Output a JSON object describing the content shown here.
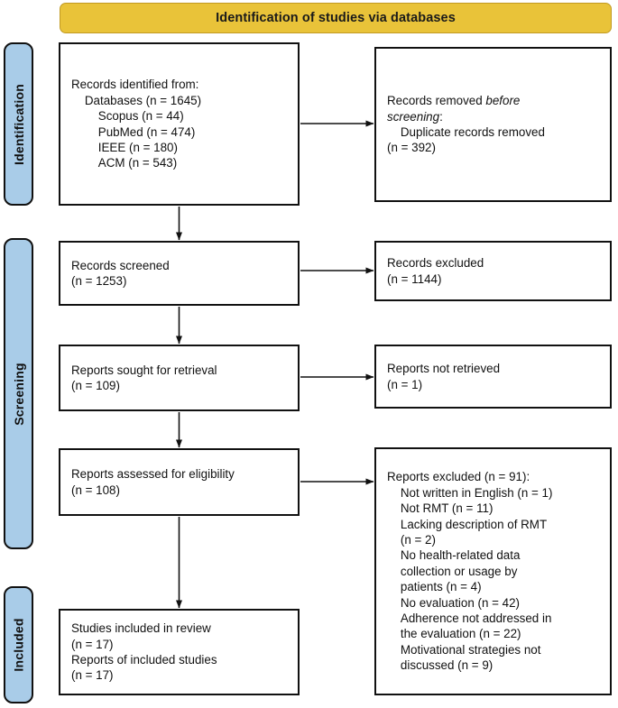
{
  "banner": {
    "title": "Identification of studies via databases",
    "fill_color": "#E9C339",
    "border_color": "#C19A22"
  },
  "stages": [
    {
      "id": "identification",
      "label": "Identification",
      "fill_color": "#A9CCE8"
    },
    {
      "id": "screening",
      "label": "Screening",
      "fill_color": "#A9CCE8"
    },
    {
      "id": "included",
      "label": "Included",
      "fill_color": "#A9CCE8"
    }
  ],
  "boxes": {
    "identified": {
      "lines": [
        {
          "text": "Records identified from:",
          "indent": 0
        },
        {
          "text": "Databases (n = 1645)",
          "indent": 1
        },
        {
          "text": "Scopus (n = 44)",
          "indent": 2
        },
        {
          "text": "PubMed (n = 474)",
          "indent": 2
        },
        {
          "text": "IEEE (n = 180)",
          "indent": 2
        },
        {
          "text": "ACM (n = 543)",
          "indent": 2
        }
      ]
    },
    "removed": {
      "lines": [
        {
          "text": "Records removed ",
          "indent": 0,
          "italic_tail": "before"
        },
        {
          "text": "",
          "indent": 0,
          "italic_head": "screening",
          "tail": ":"
        },
        {
          "text": "Duplicate records removed",
          "indent": 1
        },
        {
          "text": "(n = 392)",
          "indent": 0
        }
      ]
    },
    "screened": {
      "lines": [
        {
          "text": "Records screened",
          "indent": 0
        },
        {
          "text": "(n = 1253)",
          "indent": 0
        }
      ]
    },
    "excluded": {
      "lines": [
        {
          "text": "Records excluded",
          "indent": 0
        },
        {
          "text": "(n = 1144)",
          "indent": 0
        }
      ]
    },
    "sought": {
      "lines": [
        {
          "text": "Reports sought for retrieval",
          "indent": 0
        },
        {
          "text": "(n = 109)",
          "indent": 0
        }
      ]
    },
    "notretrieved": {
      "lines": [
        {
          "text": "Reports not retrieved",
          "indent": 0
        },
        {
          "text": "(n = 1)",
          "indent": 0
        }
      ]
    },
    "assessed": {
      "lines": [
        {
          "text": "Reports assessed for eligibility",
          "indent": 0
        },
        {
          "text": "(n = 108)",
          "indent": 0
        }
      ]
    },
    "reports_excluded": {
      "lines": [
        {
          "text": "Reports excluded (n = 91):",
          "indent": 0
        },
        {
          "text": "Not written in English (n = 1)",
          "indent": 1
        },
        {
          "text": "Not RMT (n = 11)",
          "indent": 1
        },
        {
          "text": "Lacking description of RMT",
          "indent": 1
        },
        {
          "text": "(n = 2)",
          "indent": 1
        },
        {
          "text": "No health-related data",
          "indent": 1
        },
        {
          "text": "collection or usage by",
          "indent": 1
        },
        {
          "text": "patients (n = 4)",
          "indent": 1
        },
        {
          "text": "No evaluation (n = 42)",
          "indent": 1
        },
        {
          "text": "Adherence not addressed in",
          "indent": 1
        },
        {
          "text": "the evaluation (n = 22)",
          "indent": 1
        },
        {
          "text": "Motivational strategies not",
          "indent": 1
        },
        {
          "text": "discussed (n = 9)",
          "indent": 1
        }
      ]
    },
    "included": {
      "lines": [
        {
          "text": "Studies included in review",
          "indent": 0
        },
        {
          "text": "(n = 17)",
          "indent": 0
        },
        {
          "text": "Reports of included studies",
          "indent": 0
        },
        {
          "text": "(n = 17)",
          "indent": 0
        }
      ]
    }
  },
  "box_text": {
    "identified": "Records identified from:\n    Databases (n = 1645)\n        Scopus (n = 44)\n        PubMed (n = 474)\n        IEEE (n = 180)\n        ACM (n = 543)",
    "screened": "Records screened\n(n = 1253)",
    "excluded": "Records excluded\n(n = 1144)",
    "sought": "Reports sought for retrieval\n(n = 109)",
    "notretrieved": "Reports not retrieved\n(n = 1)",
    "assessed": "Reports assessed for eligibility\n(n = 108)",
    "included": "Studies included in review\n(n = 17)\nReports of included studies\n(n = 17)",
    "reports_excluded": "Reports excluded (n = 91):\n    Not written in English (n = 1)\n    Not RMT (n = 11)\n    Lacking description of RMT\n    (n = 2)\n    No health-related data\n    collection or usage by\n    patients (n = 4)\n    No evaluation (n = 42)\n    Adherence not addressed in\n    the evaluation (n = 22)\n    Motivational strategies not\n    discussed (n = 9)",
    "removed_line1": "Records removed ",
    "removed_line1_italic": "before",
    "removed_line2_italic": "screening",
    "removed_line2_tail": ":",
    "removed_line3": "    Duplicate records removed",
    "removed_line4": "(n = 392)"
  },
  "counts": {
    "databases_total": 1645,
    "scopus": 44,
    "pubmed": 474,
    "ieee": 180,
    "acm": 543,
    "duplicates_removed": 392,
    "records_screened": 1253,
    "records_excluded": 1144,
    "reports_sought": 109,
    "reports_not_retrieved": 1,
    "reports_assessed": 108,
    "reports_excluded_total": 91,
    "studies_included": 17,
    "reports_of_included_studies": 17
  },
  "colors": {
    "banner_fill": "#E9C339",
    "banner_border": "#C19A22",
    "stage_fill": "#A9CCE8",
    "box_border": "#111111",
    "text": "#111111"
  }
}
